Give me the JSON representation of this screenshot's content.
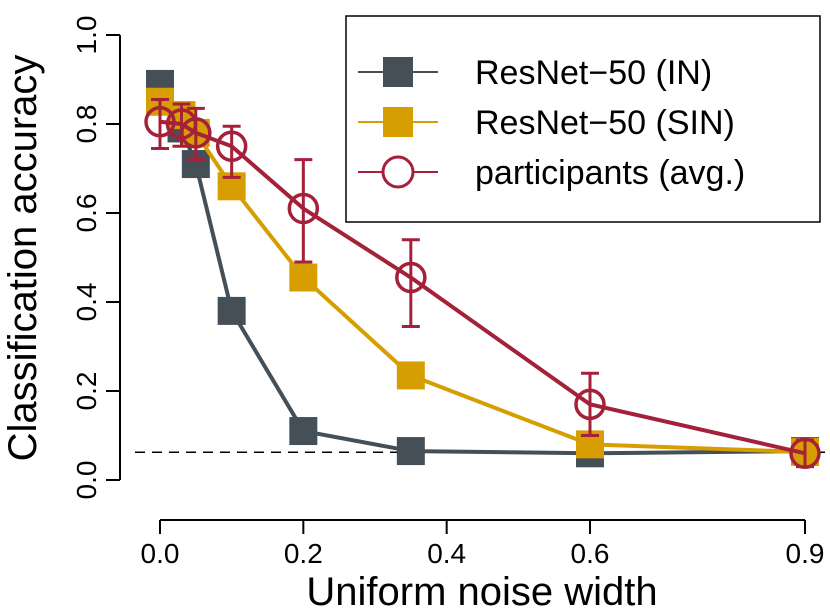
{
  "chart_data": {
    "type": "line",
    "xlabel": "Uniform noise width",
    "ylabel": "Classification accuracy",
    "x_ticks": [
      0.0,
      0.2,
      0.4,
      0.6,
      0.9
    ],
    "x_tick_labels": [
      "0.0",
      "0.2",
      "0.4",
      "0.6",
      "0.9"
    ],
    "y_ticks": [
      0.0,
      0.2,
      0.4,
      0.6,
      0.8,
      1.0
    ],
    "y_tick_labels": [
      "0.0",
      "0.2",
      "0.4",
      "0.6",
      "0.8",
      "1.0"
    ],
    "xlim": [
      0.0,
      0.9
    ],
    "ylim": [
      0.0,
      1.0
    ],
    "x_axis_scale": "piecewise: 0.0-0.6 linear, then gap to 0.9",
    "chance_level": 0.0625,
    "legend_position": "top-right",
    "grid": false,
    "series": [
      {
        "name": "ResNet−50 (IN)",
        "color": "#454f57",
        "marker": "filled-square",
        "x": [
          0.0,
          0.03,
          0.05,
          0.1,
          0.2,
          0.35,
          0.6,
          0.9
        ],
        "y": [
          0.89,
          0.79,
          0.71,
          0.38,
          0.11,
          0.065,
          0.06,
          0.065
        ]
      },
      {
        "name": "ResNet−50 (SIN)",
        "color": "#d69e00",
        "marker": "filled-square",
        "x": [
          0.0,
          0.03,
          0.05,
          0.1,
          0.2,
          0.35,
          0.6,
          0.9
        ],
        "y": [
          0.85,
          0.82,
          0.78,
          0.66,
          0.455,
          0.235,
          0.08,
          0.063
        ]
      },
      {
        "name": "participants (avg.)",
        "color": "#a5213a",
        "marker": "open-circle",
        "x": [
          0.0,
          0.03,
          0.05,
          0.1,
          0.2,
          0.35,
          0.6,
          0.9
        ],
        "y": [
          0.805,
          0.8,
          0.78,
          0.75,
          0.61,
          0.455,
          0.17,
          0.06
        ],
        "err_low": [
          0.745,
          0.75,
          0.72,
          0.68,
          0.49,
          0.345,
          0.1,
          0.03
        ],
        "err_high": [
          0.855,
          0.845,
          0.835,
          0.795,
          0.72,
          0.54,
          0.24,
          0.09
        ]
      }
    ]
  }
}
